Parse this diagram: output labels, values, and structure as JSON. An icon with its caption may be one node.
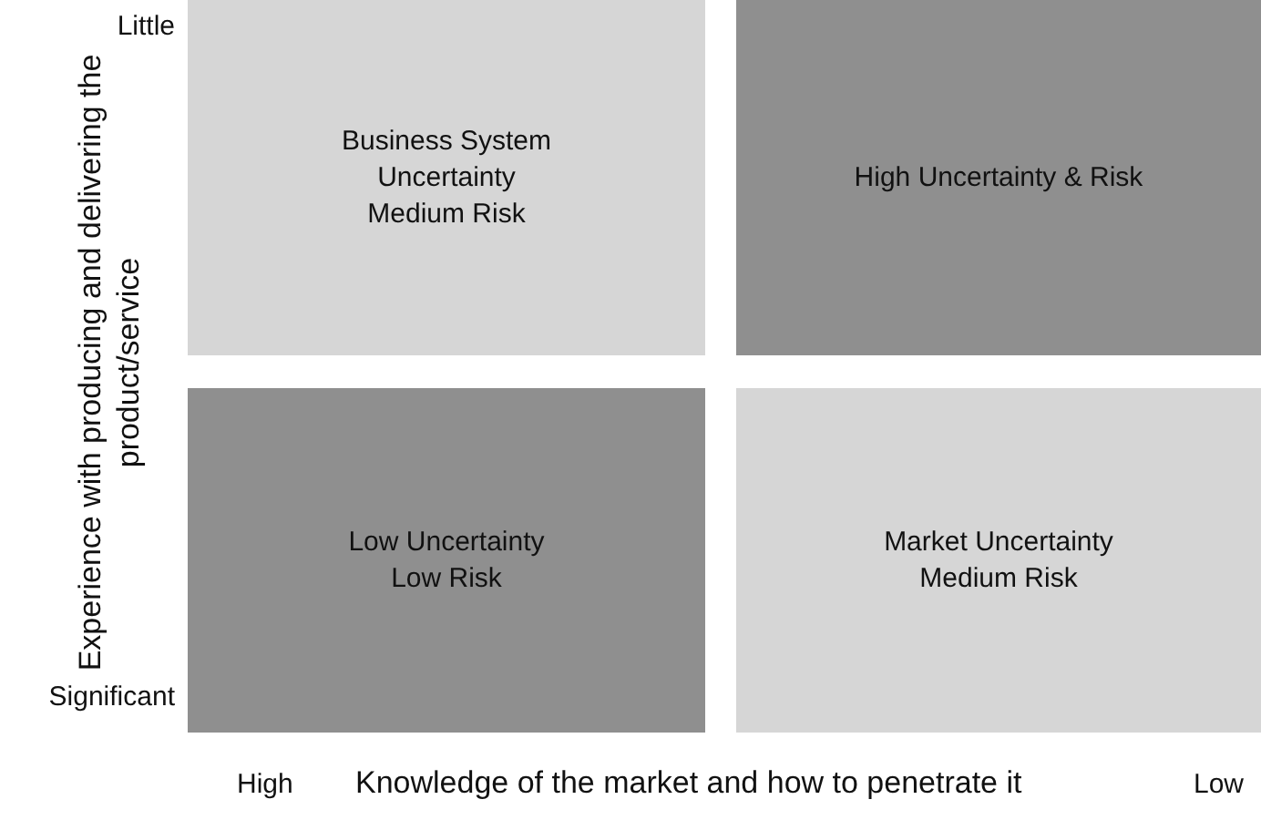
{
  "diagram": {
    "nodes": [
      {
        "text": [
          "Business System Uncertainty",
          "Medium Risk"
        ]
      },
      {
        "text": [
          "High Uncertainty & Risk"
        ]
      },
      {
        "text": [
          "Low Uncertainty",
          "Low Risk"
        ]
      },
      {
        "text": [
          "Market Uncertainty",
          "Medium Risk"
        ]
      }
    ],
    "edges": [],
    "labels": [
      "Little",
      "Experience with producing and delivering the product/service",
      "Significant",
      "High",
      "Knowledge of the market and how to penetrate it",
      "Low"
    ]
  }
}
